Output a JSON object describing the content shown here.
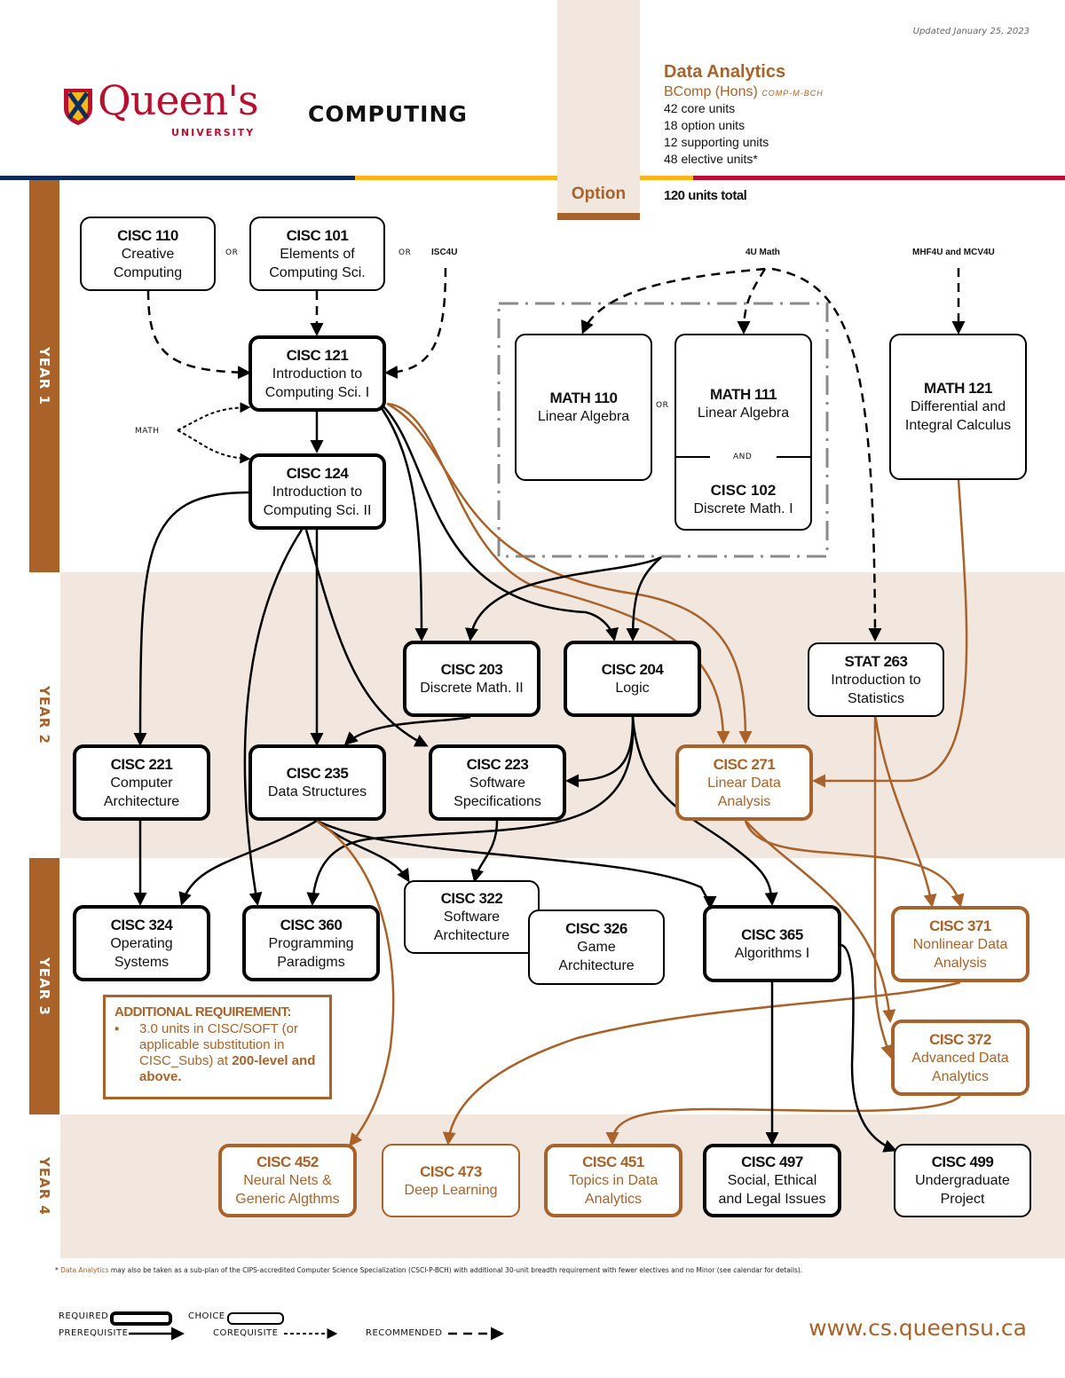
{
  "header": {
    "updated": "Updated January 25, 2023",
    "university": "Queen's",
    "university_sub": "UNIVERSITY",
    "department": "COMPUTING",
    "option_tab": "Option"
  },
  "program": {
    "title": "Data Analytics",
    "degree": "BComp (Hons)",
    "plan_code": "COMP-M-BCH",
    "units": [
      "42 core units",
      "18 option units",
      "12 supporting units",
      "48 elective units*"
    ],
    "total": "120 units total"
  },
  "years": [
    "YEAR 1",
    "YEAR 2",
    "YEAR 3",
    "YEAR 4"
  ],
  "colors": {
    "brand_brown": "#a8622a",
    "beige": "#f2e7de",
    "navy": "#0b2d5b",
    "gold": "#f5b71a",
    "red": "#b8102f"
  },
  "courses": {
    "cisc110": {
      "code": "CISC 110",
      "lines": [
        "Creative",
        "Computing"
      ]
    },
    "cisc101": {
      "code": "CISC 101",
      "lines": [
        "Elements of",
        "Computing Sci."
      ]
    },
    "cisc121": {
      "code": "CISC 121",
      "lines": [
        "Introduction to",
        "Computing Sci. I"
      ]
    },
    "cisc124": {
      "code": "CISC 124",
      "lines": [
        "Introduction to",
        "Computing Sci. II"
      ]
    },
    "math110": {
      "code": "MATH 110",
      "lines": [
        "Linear Algebra"
      ]
    },
    "math111": {
      "code": "MATH 111",
      "lines": [
        "Linear Algebra"
      ]
    },
    "cisc102": {
      "code": "CISC 102",
      "lines": [
        "Discrete Math. I"
      ]
    },
    "math121": {
      "code": "MATH 121",
      "lines": [
        "Differential and",
        "Integral Calculus"
      ]
    },
    "cisc203": {
      "code": "CISC 203",
      "lines": [
        "Discrete Math. II"
      ]
    },
    "cisc204": {
      "code": "CISC 204",
      "lines": [
        "Logic"
      ]
    },
    "stat263": {
      "code": "STAT 263",
      "lines": [
        "Introduction to",
        "Statistics"
      ]
    },
    "cisc221": {
      "code": "CISC 221",
      "lines": [
        "Computer",
        "Architecture"
      ]
    },
    "cisc235": {
      "code": "CISC 235",
      "lines": [
        "Data Structures"
      ]
    },
    "cisc223": {
      "code": "CISC 223",
      "lines": [
        "Software",
        "Specifications"
      ]
    },
    "cisc271": {
      "code": "CISC 271",
      "lines": [
        "Linear Data",
        "Analysis"
      ]
    },
    "cisc324": {
      "code": "CISC 324",
      "lines": [
        "Operating",
        "Systems"
      ]
    },
    "cisc360": {
      "code": "CISC 360",
      "lines": [
        "Programming",
        "Paradigms"
      ]
    },
    "cisc322": {
      "code": "CISC 322",
      "lines": [
        "Software",
        "Architecture"
      ]
    },
    "cisc326": {
      "code": "CISC 326",
      "lines": [
        "Game",
        "Architecture"
      ]
    },
    "cisc365": {
      "code": "CISC 365",
      "lines": [
        "Algorithms I"
      ]
    },
    "cisc371": {
      "code": "CISC 371",
      "lines": [
        "Nonlinear Data",
        "Analysis"
      ]
    },
    "cisc372": {
      "code": "CISC 372",
      "lines": [
        "Advanced Data",
        "Analytics"
      ]
    },
    "cisc452": {
      "code": "CISC 452",
      "lines": [
        "Neural Nets &",
        "Generic Algthms"
      ]
    },
    "cisc473": {
      "code": "CISC 473",
      "lines": [
        "Deep Learning"
      ]
    },
    "cisc451": {
      "code": "CISC 451",
      "lines": [
        "Topics in Data",
        "Analytics"
      ]
    },
    "cisc497": {
      "code": "CISC 497",
      "lines": [
        "Social, Ethical",
        "and Legal Issues"
      ]
    },
    "cisc499": {
      "code": "CISC 499",
      "lines": [
        "Undergraduate",
        "Project"
      ]
    }
  },
  "labels": {
    "or": "OR",
    "and": "AND",
    "isc4u": "ISC4U",
    "math": "MATH",
    "math_4u": "4U Math",
    "mhf4u_mcv4u": "MHF4U and MCV4U"
  },
  "additional_requirement": {
    "title": "ADDITIONAL REQUIREMENT:",
    "text_plain": "3.0 units in CISC/SOFT (or applicable substitution in CISC_Subs) at ",
    "text_bold": "200-level and above."
  },
  "footnote": {
    "highlight": "Data Analytics",
    "text": " may also be taken as a sub-plan of the CIPS-accredited Computer Science Specialization (CSCI-P-BCH) with additional 30-unit breadth requirement with fewer electives and no Minor (see calendar for details)."
  },
  "legend": {
    "required": "REQUIRED",
    "choice": "CHOICE",
    "prerequisite": "PREREQUISITE",
    "corequisite": "COREQUISITE",
    "recommended": "RECOMMENDED"
  },
  "website": "www.cs.queensu.ca"
}
